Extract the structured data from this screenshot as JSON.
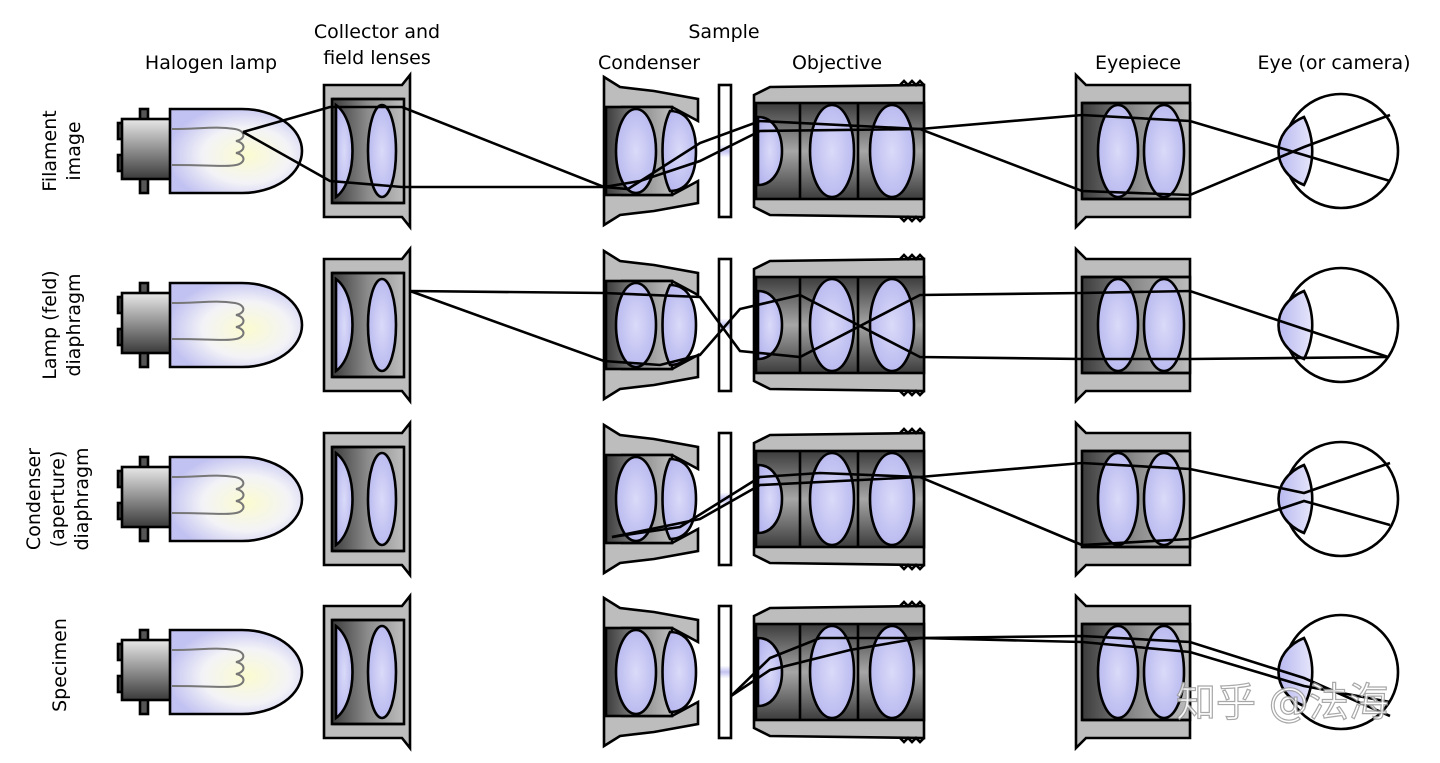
{
  "components": {
    "halogen_lamp": "Halogen lamp",
    "collector_line1": "Collector and",
    "collector_line2": "field lenses",
    "sample": "Sample",
    "condenser": "Condenser",
    "objective": "Objective",
    "eyepiece": "Eyepiece",
    "eye": "Eye (or camera)"
  },
  "rows": [
    {
      "line1": "Filament",
      "line2": "image",
      "line3": ""
    },
    {
      "line1": "Lamp (feld)",
      "line2": "diaphragm",
      "line3": ""
    },
    {
      "line1": "Condenser",
      "line2": "(aperture)",
      "line3": "diaphragm"
    },
    {
      "line1": "Specimen",
      "line2": "",
      "line3": ""
    }
  ],
  "watermark": "知乎 @法海",
  "colors": {
    "lens": "#c6c6f5",
    "metal_light": "#bdbdbd",
    "metal_dark": "#4a4a4a",
    "bulb_glow": "#fbfbd2"
  }
}
